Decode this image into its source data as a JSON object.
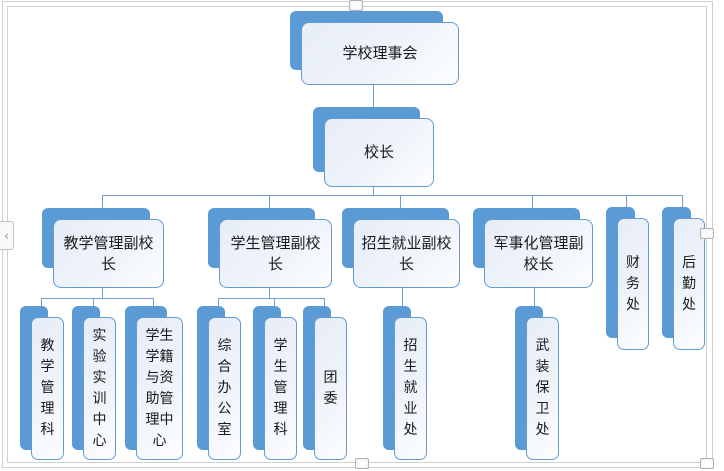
{
  "ui": {
    "chevron": "‹"
  },
  "colors": {
    "node_accent": "#5b9bd5",
    "node_face_border": "#649bd2",
    "node_face_fill_top": "#e7edf8",
    "connector": "#6f9fd4",
    "frame": "#cfcfcf",
    "text": "#1a1a1a"
  },
  "nodes": [
    {
      "label": "学校理事会"
    },
    {
      "label": "校长"
    },
    {
      "label": "教学管理副校长"
    },
    {
      "label": "学生管理副校长"
    },
    {
      "label": "招生就业副校长"
    },
    {
      "label": "军事化管理副校长"
    },
    {
      "label": "财务处"
    },
    {
      "label": "后勤处"
    },
    {
      "label": "教学管理科"
    },
    {
      "label": "实验实训中心"
    },
    {
      "label": "学生学籍与资助管理中心"
    },
    {
      "label": "综合办公室"
    },
    {
      "label": "学生管理科"
    },
    {
      "label": "团委"
    },
    {
      "label": "招生就业处"
    },
    {
      "label": "武装保卫处"
    }
  ],
  "tree": {
    "label": "学校理事会",
    "children": [
      {
        "label": "校长",
        "children": [
          {
            "label": "教学管理副校长",
            "children": [
              {
                "label": "教学管理科"
              },
              {
                "label": "实验实训中心"
              },
              {
                "label": "学生学籍与资助管理中心"
              }
            ]
          },
          {
            "label": "学生管理副校长",
            "children": [
              {
                "label": "综合办公室"
              },
              {
                "label": "学生管理科"
              },
              {
                "label": "团委"
              }
            ]
          },
          {
            "label": "招生就业副校长",
            "children": [
              {
                "label": "招生就业处"
              }
            ]
          },
          {
            "label": "军事化管理副校长",
            "children": [
              {
                "label": "武装保卫处"
              }
            ]
          },
          {
            "label": "财务处",
            "children": []
          },
          {
            "label": "后勤处",
            "children": []
          }
        ]
      }
    ]
  }
}
